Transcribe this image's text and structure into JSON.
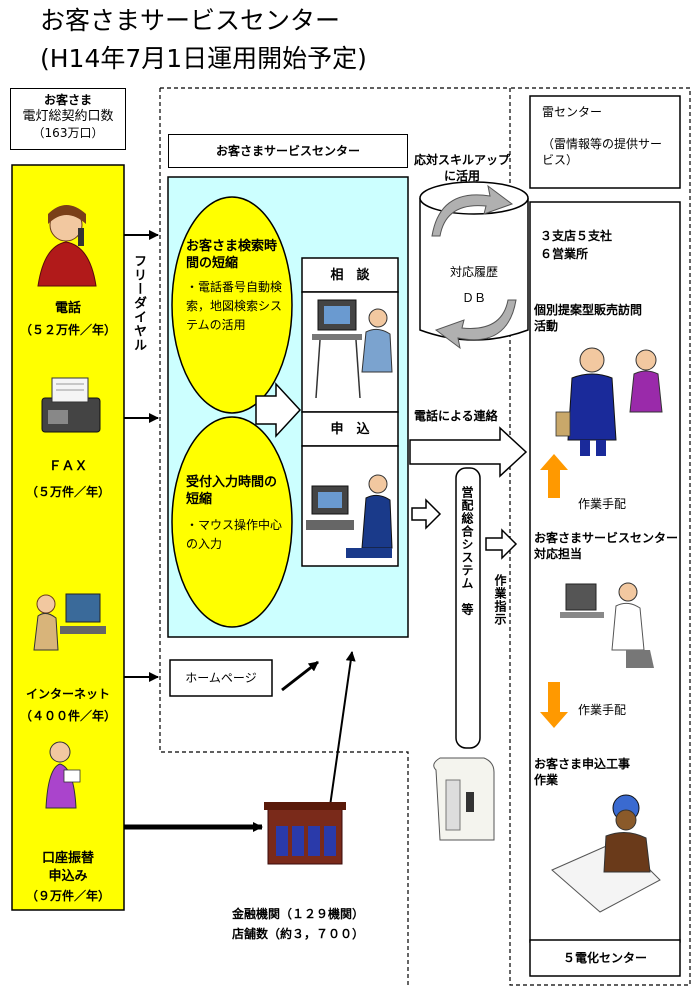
{
  "title": {
    "line1": "お客さまサービスセンター",
    "line2": "(H14年7月1日運用開始予定)"
  },
  "customers": {
    "heading": "お客さま",
    "contracts_label": "電灯総契約口数",
    "contracts_value": "（163万口）"
  },
  "channels": {
    "phone_label": "電話",
    "phone_volume": "（５２万件／年）",
    "fax_label": "ＦＡＸ",
    "fax_volume": "（５万件／年）",
    "internet_label": "インターネット",
    "internet_volume": "（４００件／年）",
    "bank_label": "口座振替",
    "bank_label2": "申込み",
    "bank_volume": "（９万件／年）"
  },
  "free_dial": "フリーダイヤル",
  "center": {
    "heading": "お客さまサービスセンター",
    "search_title": "お客さま検索時間の短縮",
    "search_items": "・電話番号自動検索，地図検索システムの活用",
    "input_title": "受付入力時間の短縮",
    "input_items": "・マウス操作中心の入力",
    "consult_label": "相　談",
    "apply_label": "申　込"
  },
  "db": {
    "skill_label": "応対スキルアップに活用",
    "history_label": "対応履歴",
    "db_label": "ＤＢ"
  },
  "homepage_label": "ホームページ",
  "contact_label": "電話による連絡",
  "eigyo_system": "営配総合システム　等",
  "work_instruction": "作業指示",
  "bank": {
    "institutions": "金融機関（１２９機関）",
    "branches": "店舗数（約３，７００）"
  },
  "right": {
    "lightning_center": "雷センター",
    "lightning_service": "（雷情報等の提供サービス）",
    "offices": "３支店５支社",
    "offices2": "６営業所",
    "sales_activity": "個別提案型販売訪問活動",
    "work_arrange_1": "作業手配",
    "service_staff": "お客さまサービスセンター対応担当",
    "work_arrange_2": "作業手配",
    "construction": "お客さま申込工事作業",
    "electrification": "５電化センター"
  },
  "colors": {
    "yellow": "#ffff00",
    "cyan": "#ccffff",
    "orange": "#ff9900",
    "arrow_gray": "#b0b0b0"
  }
}
